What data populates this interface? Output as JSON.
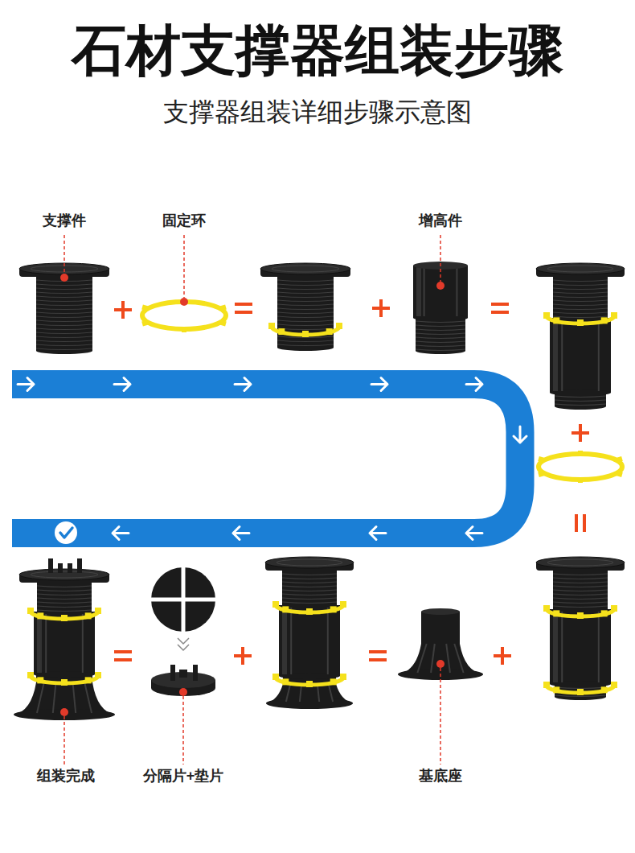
{
  "diagram": {
    "title": "石材支撑器组装步骤",
    "labels": [
      "支撑器组装详细步骤示意图",
      "支撑件",
      "固定环",
      "增高件",
      "组装完成",
      "分隔片+垫片",
      "基底座"
    ]
  }
}
